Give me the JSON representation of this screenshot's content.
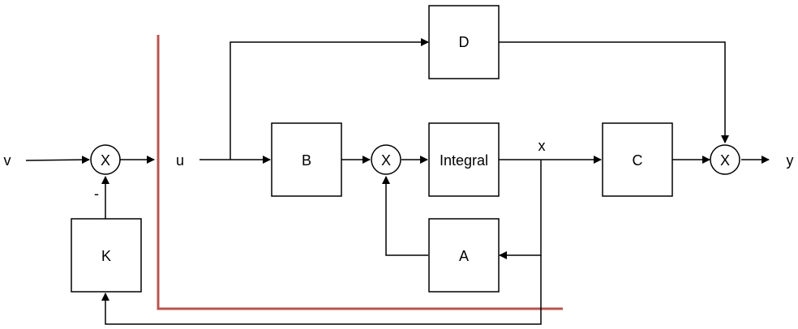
{
  "colors": {
    "line": "#000000",
    "separator": "#b85450",
    "background": "#ffffff"
  },
  "signals": {
    "v": "v",
    "u": "u",
    "x": "x",
    "y": "y",
    "minus": "-"
  },
  "blocks": {
    "d": "D",
    "b": "B",
    "integral": "Integral",
    "c": "C",
    "a": "A",
    "k": "K"
  },
  "junctions": {
    "sum_label": "X"
  }
}
